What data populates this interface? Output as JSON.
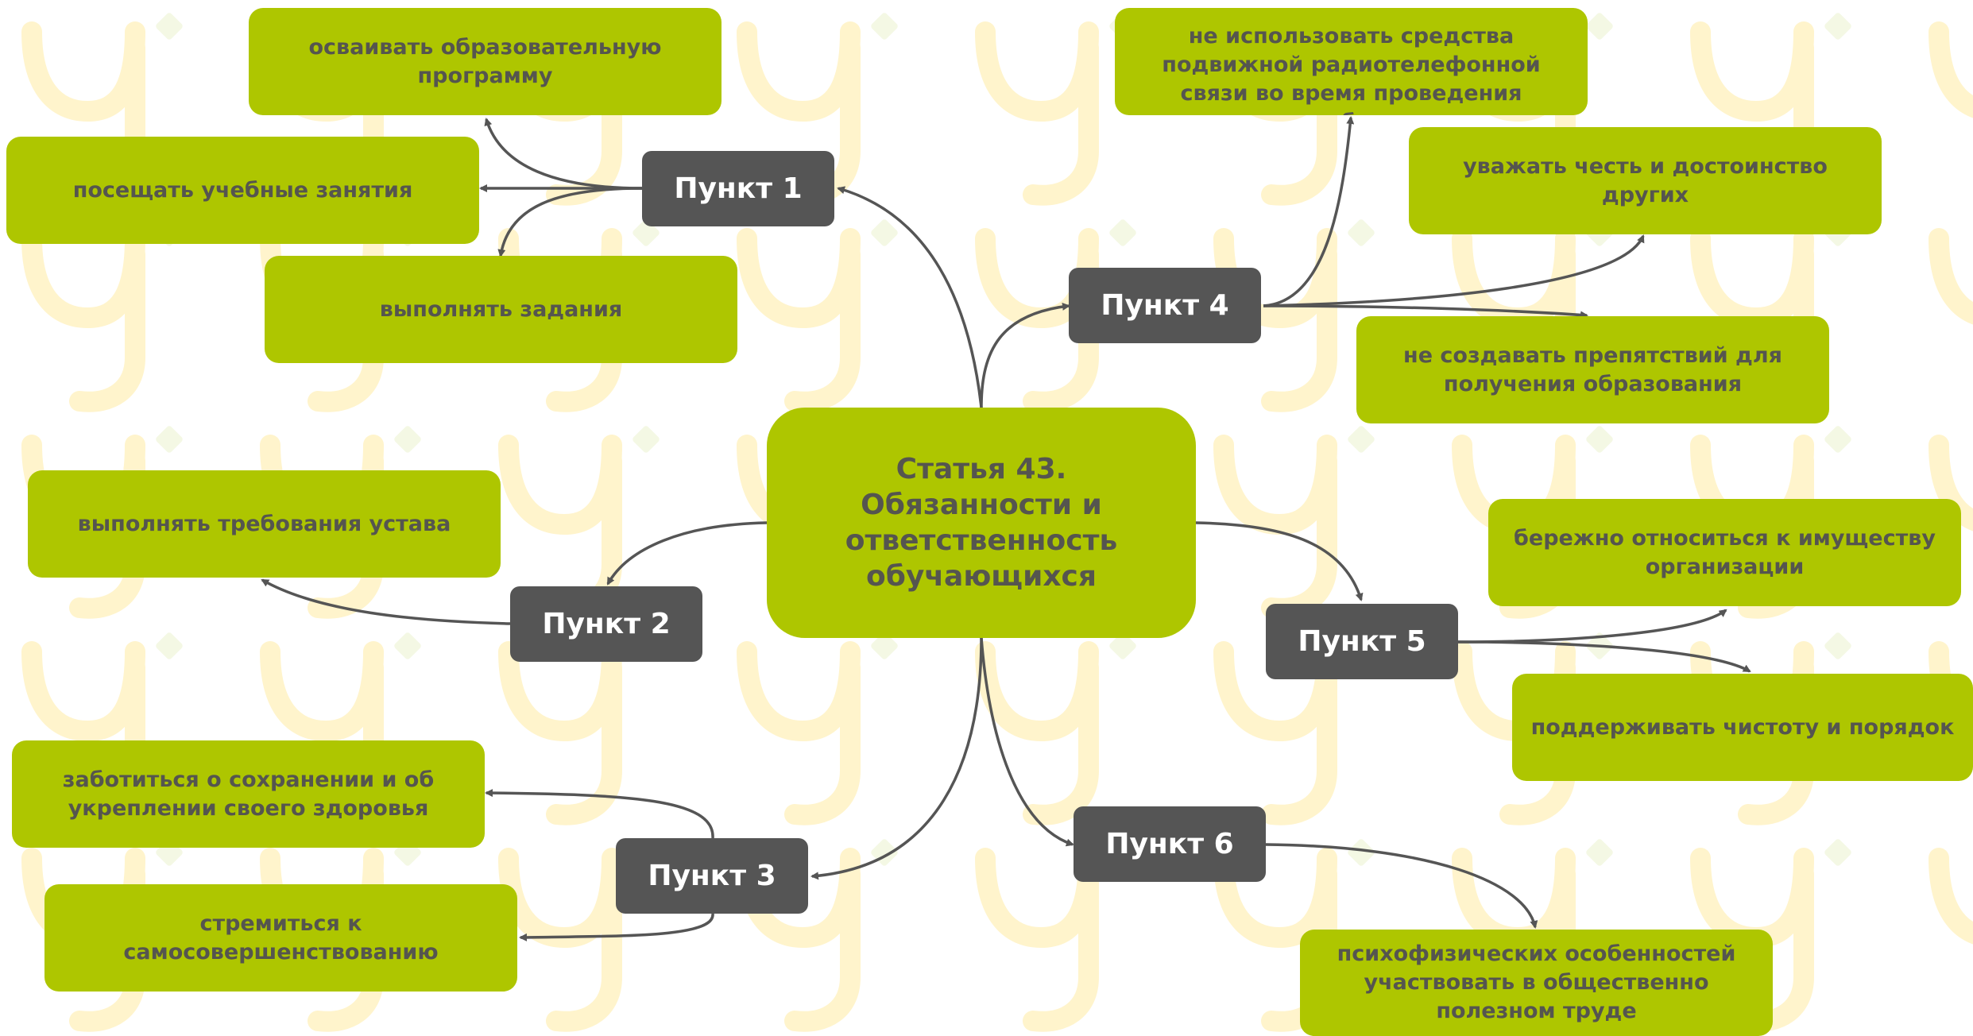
{
  "center": {
    "title": "Статья 43.\nОбязанности и\nответственность\nобучающихся"
  },
  "points": [
    {
      "label": "Пункт 1"
    },
    {
      "label": "Пункт 2"
    },
    {
      "label": "Пункт 3"
    },
    {
      "label": "Пункт 4"
    },
    {
      "label": "Пункт 5"
    },
    {
      "label": "Пункт 6"
    }
  ],
  "leaves": {
    "p1": [
      "осваивать образовательную программу",
      "посещать учебные занятия",
      "выполнять задания"
    ],
    "p2": [
      "выполнять требования устава"
    ],
    "p3": [
      "заботиться о сохранении и об укреплении своего здоровья",
      "стремиться к самосовершенствованию"
    ],
    "p4": [
      "не использовать средства подвижной радиотелефонной связи во время проведения учебных",
      "уважать честь и достоинство других",
      "не создавать препятствий для получения образования"
    ],
    "p5": [
      "бережно относиться к имуществу организации",
      "поддерживать чистоту и порядок"
    ],
    "p6": [
      "психофизических особенностей участвовать в общественно полезном труде"
    ]
  },
  "colors": {
    "leaf_fill": "#aec600",
    "leaf_text": "#55554f",
    "point_fill": "#555555",
    "point_text": "#ffffff",
    "connector": "#555555",
    "watermark": "#fff7d6"
  }
}
